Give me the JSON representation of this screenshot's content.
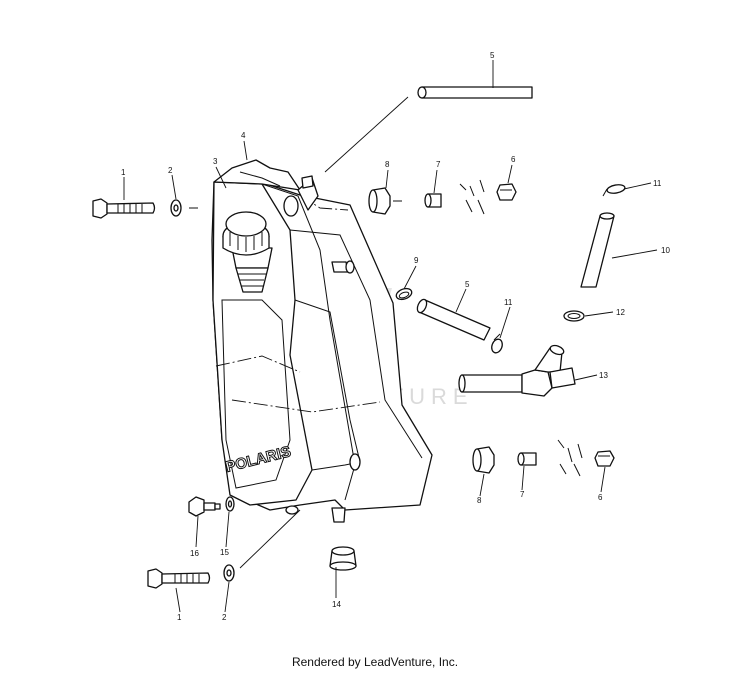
{
  "callouts": [
    "1",
    "2",
    "3",
    "4",
    "5",
    "6",
    "7",
    "8",
    "9",
    "10",
    "11",
    "12",
    "13",
    "14",
    "15",
    "16"
  ],
  "tank_brand": "POLARIS",
  "watermark": "LEADVENTURE",
  "footer": "Rendered by LeadVenture, Inc."
}
